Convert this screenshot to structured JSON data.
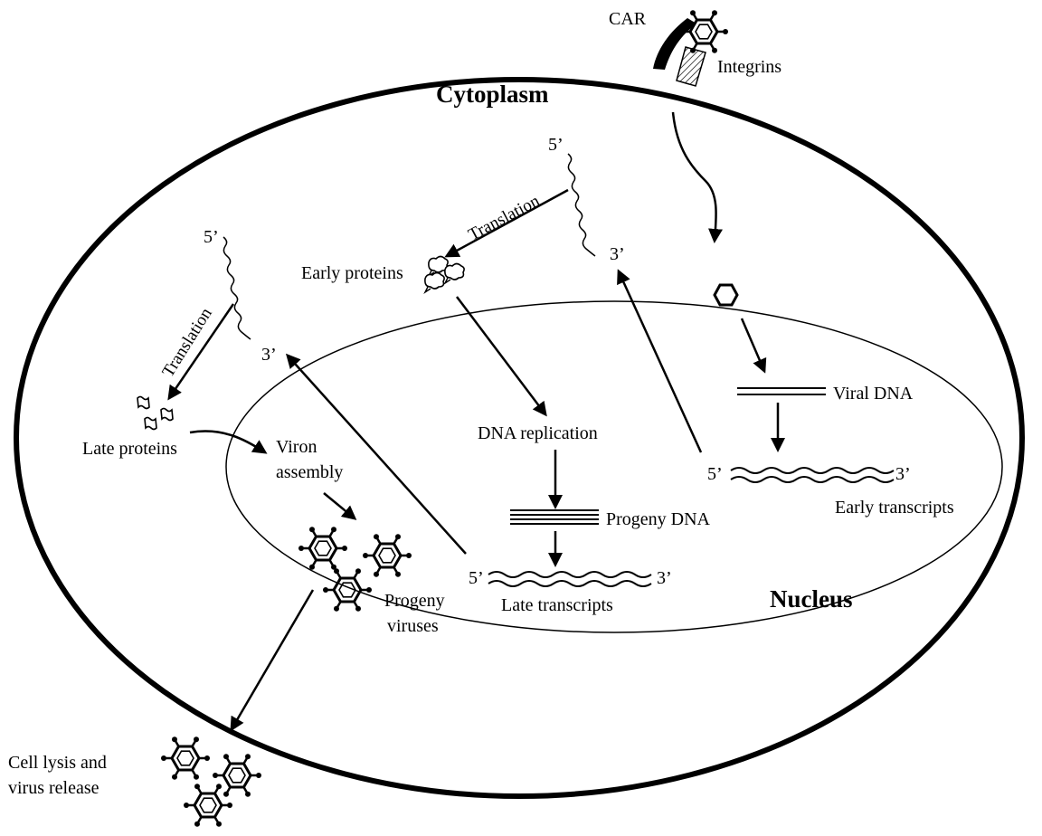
{
  "labels": {
    "cytoplasm": "Cytoplasm",
    "nucleus": "Nucleus",
    "car": "CAR",
    "integrins": "Integrins",
    "viral_dna": "Viral DNA",
    "early_transcripts": "Early transcripts",
    "dna_replication": "DNA replication",
    "progeny_dna": "Progeny DNA",
    "late_transcripts": "Late transcripts",
    "translation": "Translation",
    "early_proteins": "Early proteins",
    "late_proteins": "Late proteins",
    "viron_assembly_1": "Viron",
    "viron_assembly_2": "assembly",
    "progeny_viruses_1": "Progeny",
    "progeny_viruses_2": "viruses",
    "cell_lysis_1": "Cell lysis and",
    "cell_lysis_2": "virus release",
    "five_prime": "5’",
    "three_prime": "3’"
  },
  "icons": [
    "virus-capsid-icon",
    "viral-core-icon",
    "early-protein-icon",
    "late-protein-icon",
    "arrow-icon"
  ],
  "colors": {
    "line": "#000000",
    "background": "#ffffff"
  }
}
